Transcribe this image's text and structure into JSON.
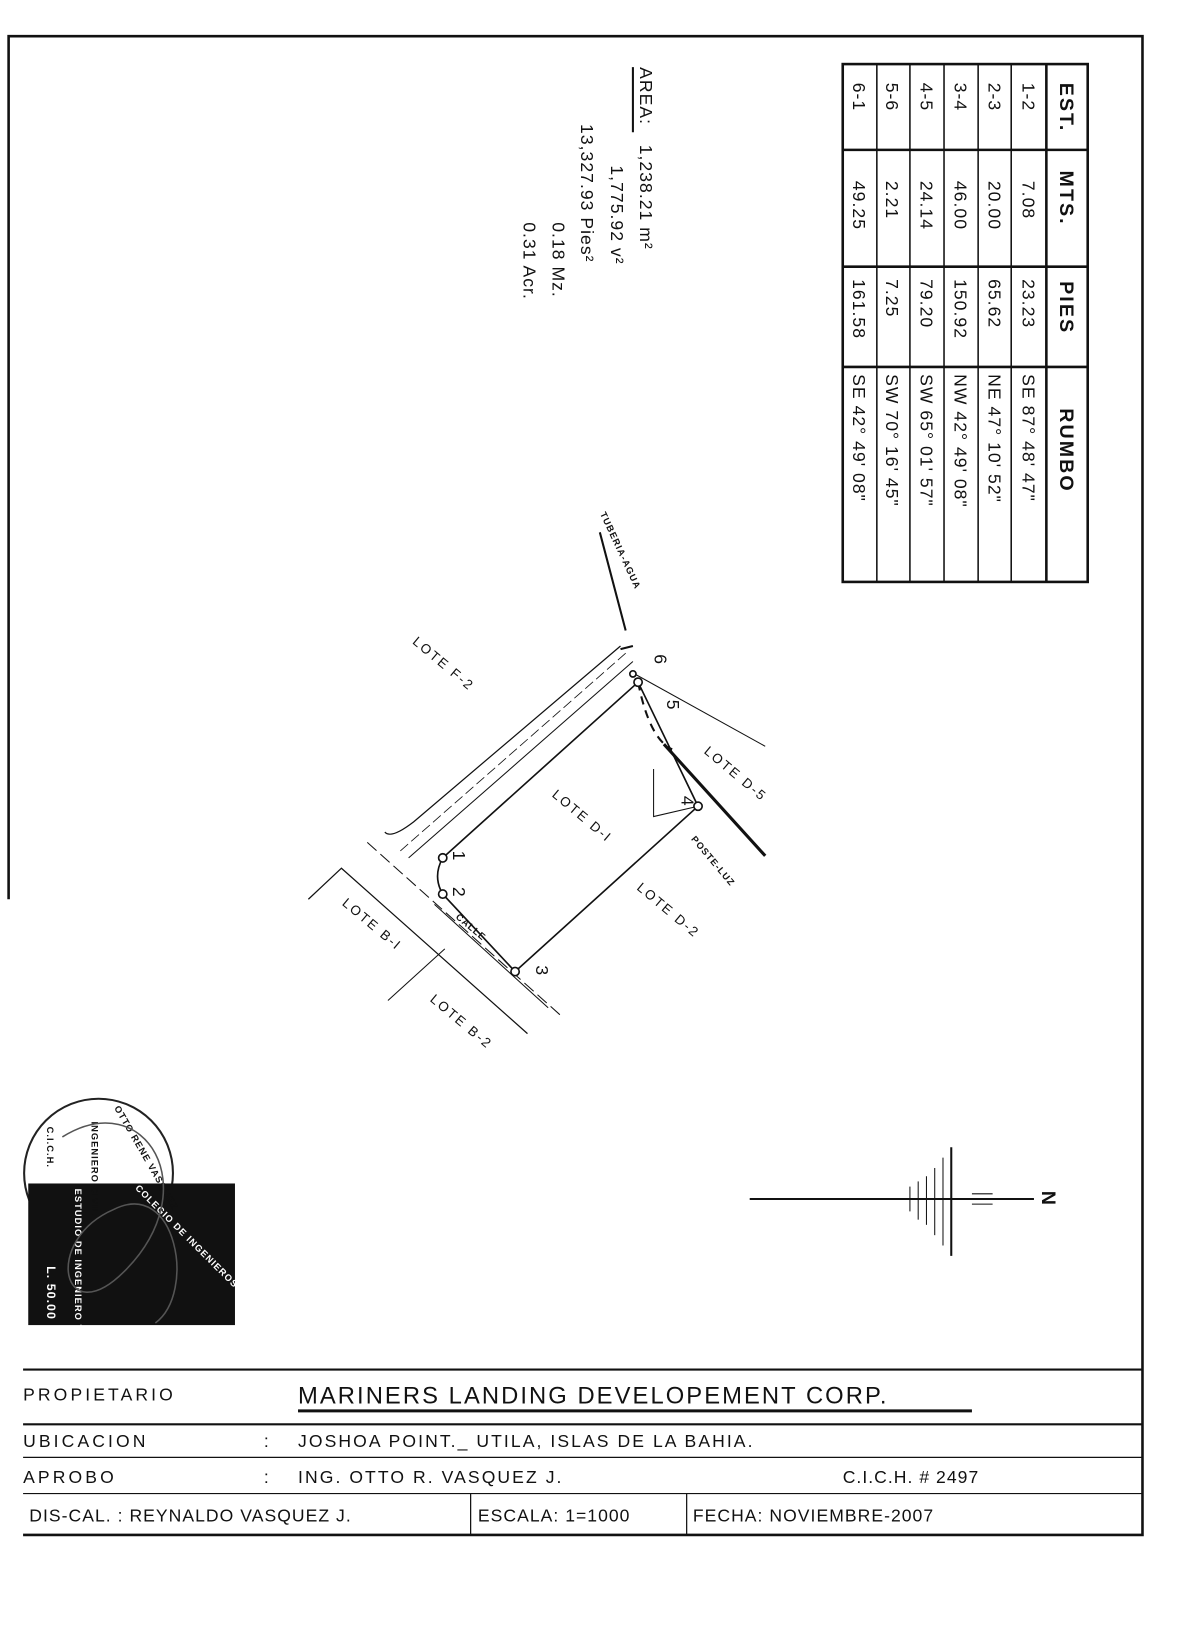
{
  "table": {
    "headers": [
      "EST.",
      "MTS.",
      "PIES",
      "RUMBO"
    ],
    "rows": [
      {
        "est": "1-2",
        "mts": "7.08",
        "pies": "23.23",
        "rumbo": "SE 87° 48' 47\""
      },
      {
        "est": "2-3",
        "mts": "20.00",
        "pies": "65.62",
        "rumbo": "NE 47° 10' 52\""
      },
      {
        "est": "3-4",
        "mts": "46.00",
        "pies": "150.92",
        "rumbo": "NW 42° 49' 08\""
      },
      {
        "est": "4-5",
        "mts": "24.14",
        "pies": "79.20",
        "rumbo": "SW 65° 01' 57\""
      },
      {
        "est": "5-6",
        "mts": "2.21",
        "pies": "7.25",
        "rumbo": "SW 70° 16' 45\""
      },
      {
        "est": "6-1",
        "mts": "49.25",
        "pies": "161.58",
        "rumbo": "SE 42° 49' 08\""
      }
    ]
  },
  "area": {
    "label": "AREA:",
    "values": [
      "1,238.21 m²",
      "1,775.92 v²",
      "13,327.93 Pies²",
      "0.18 Mz.",
      "0.31 Acr."
    ]
  },
  "plan": {
    "labels": {
      "tuberia": "TUBERIA-AGUA",
      "lote_f2": "LOTE F-2",
      "lote_d1": "LOTE D-I",
      "lote_d5": "LOTE D-5",
      "lote_d2": "LOTE D-2",
      "lote_b1": "LOTE B-I",
      "lote_b2": "LOTE B-2",
      "calle": "CALLE",
      "poste": "POSTE-LUZ"
    },
    "points": [
      "1",
      "2",
      "3",
      "4",
      "5",
      "6"
    ]
  },
  "north": "N",
  "stamp": {
    "text": [
      "OTTO RENE VASQUEZ",
      "INGENIERO CIVIL",
      "C.I.C.H.",
      "COLEGIO DE INGENIEROS CIVILES",
      "ESTUDIO DE INGENIERO TRABAJO",
      "L. 50.00"
    ]
  },
  "title_block": {
    "propietario_label": "PROPIETARIO",
    "propietario": "MARINERS  LANDING  DEVELOPEMENT  CORP.",
    "ubicacion_label": "UBICACION",
    "ubicacion": "JOSHOA  POINT._ UTILA, ISLAS DE LA BAHIA.",
    "aprobo_label": "APROBO",
    "aprobo": "ING. OTTO R. VASQUEZ  J.",
    "cich": "C.I.C.H.  #  2497",
    "colon": ":",
    "discal": "DIS-CAL. : REYNALDO  VASQUEZ  J.",
    "escala": "ESCALA: 1=1000",
    "fecha": "FECHA:   NOVIEMBRE-2007"
  }
}
